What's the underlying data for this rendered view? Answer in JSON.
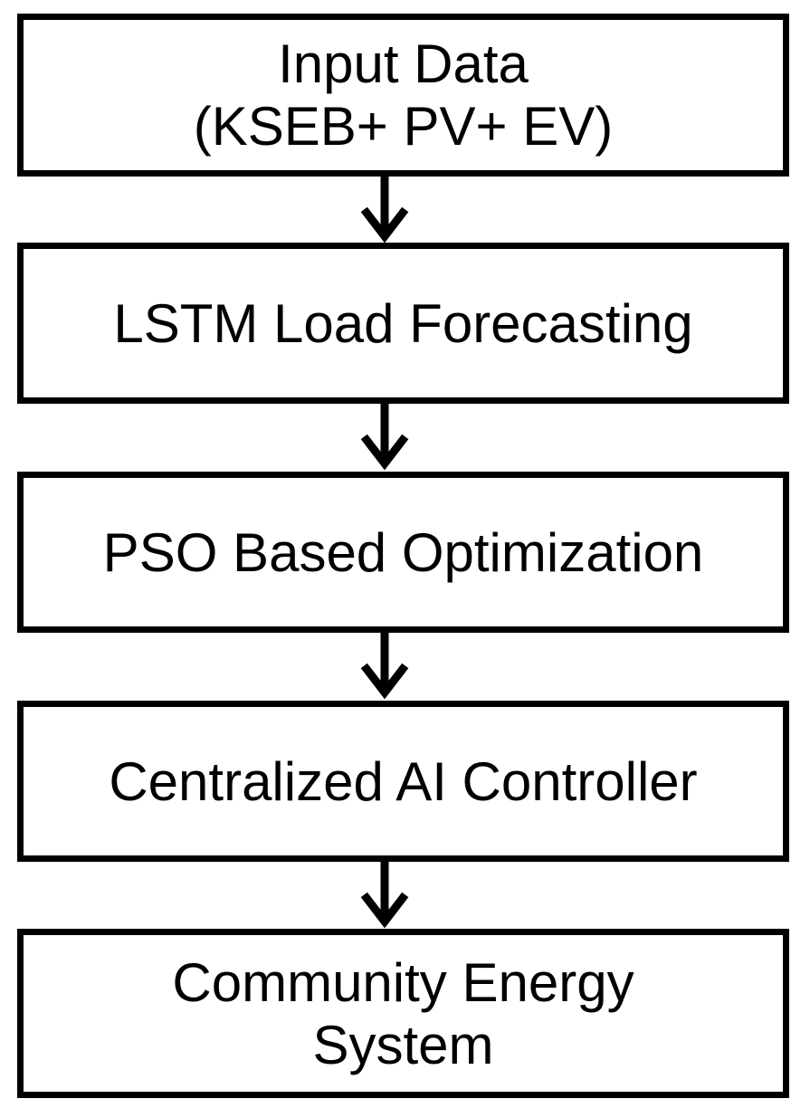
{
  "diagram": {
    "nodes": [
      {
        "lines": [
          "Input Data",
          "(KSEB+ PV+ EV)"
        ]
      },
      {
        "lines": [
          "LSTM Load Forecasting"
        ]
      },
      {
        "lines": [
          "PSO Based Optimization"
        ]
      },
      {
        "lines": [
          "Centralized AI Controller"
        ]
      },
      {
        "lines": [
          "Community Energy",
          "System"
        ]
      }
    ],
    "edges": [
      {
        "from": 0,
        "to": 1
      },
      {
        "from": 1,
        "to": 2
      },
      {
        "from": 2,
        "to": 3
      },
      {
        "from": 3,
        "to": 4
      }
    ]
  }
}
